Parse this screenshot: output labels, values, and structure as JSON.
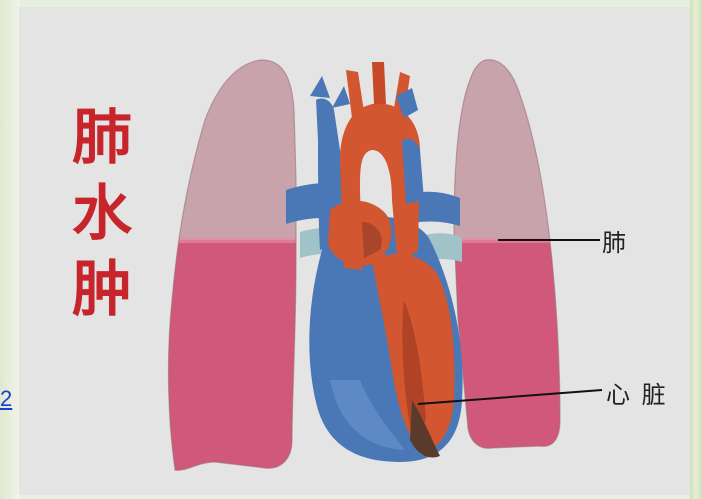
{
  "title": {
    "chars": [
      "肺",
      "水",
      "肿"
    ]
  },
  "side_mark": "2",
  "labels": {
    "lung": "肺",
    "heart": "心 脏"
  },
  "colors": {
    "title_red": "#c8242b",
    "lung_upper": "#c9a3ab",
    "lung_fluid": "#d0587a",
    "vein_blue": "#4a78b6",
    "artery_red": "#d2562f"
  }
}
